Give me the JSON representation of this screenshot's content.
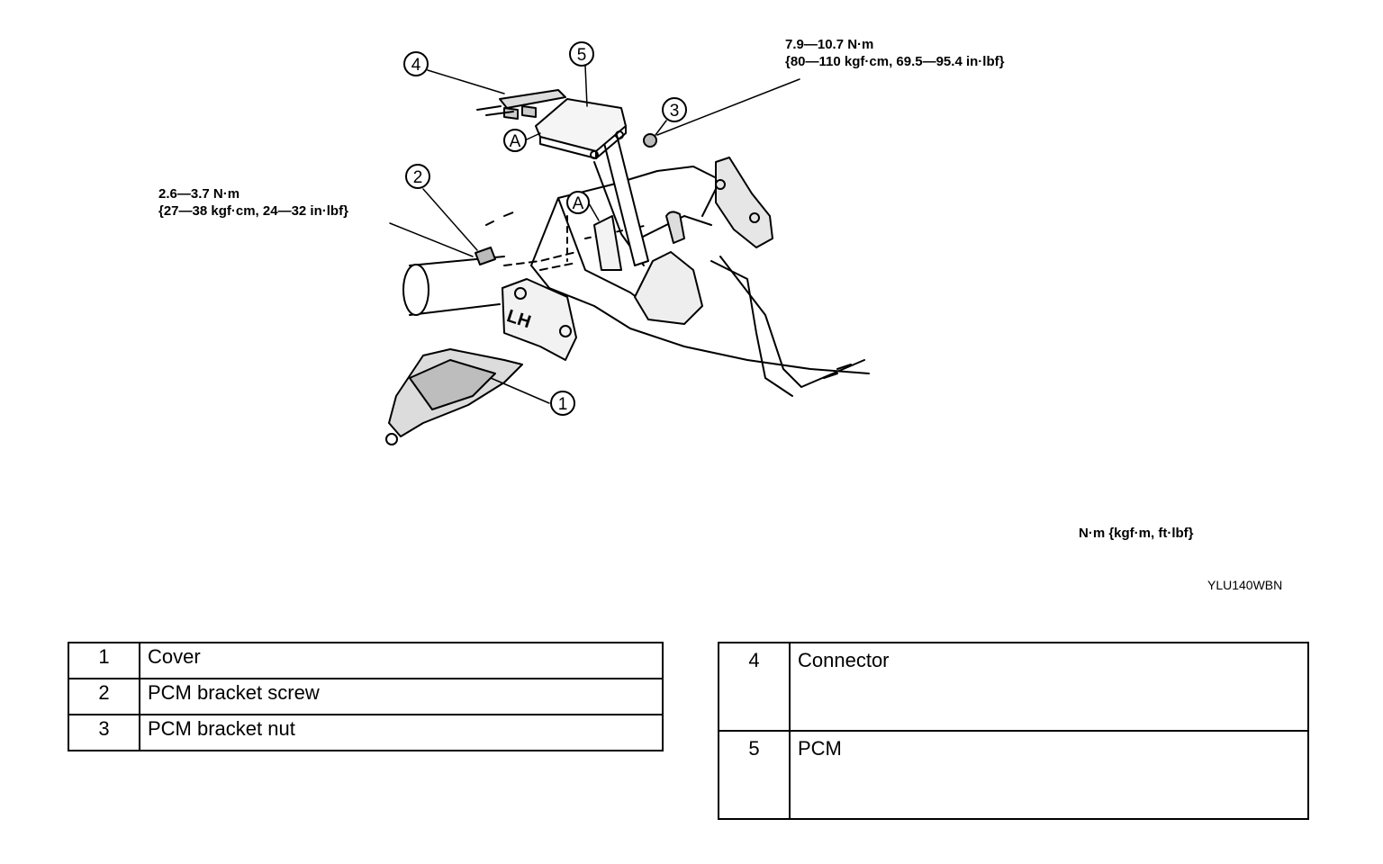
{
  "callouts": {
    "c1": "1",
    "c2": "2",
    "c3": "3",
    "c4": "4",
    "c5": "5",
    "a_upper": "A",
    "a_lower": "A",
    "lh_mark": "LH"
  },
  "torque_specs": {
    "screw": {
      "line1": "2.6—3.7 N·m",
      "line2": "{27—38 kgf·cm,  24—32 in·lbf}"
    },
    "nut": {
      "line1": "7.9—10.7 N·m",
      "line2": "{80—110 kgf·cm, 69.5—95.4 in·lbf}"
    }
  },
  "units_note": "N·m {kgf·m, ft·lbf}",
  "figure_code": "YLU140WBN",
  "legend_left": [
    {
      "num": "1",
      "label": "Cover"
    },
    {
      "num": "2",
      "label": "PCM bracket screw"
    },
    {
      "num": "3",
      "label": "PCM bracket nut"
    }
  ],
  "legend_right": [
    {
      "num": "4",
      "label": "Connector"
    },
    {
      "num": "5",
      "label": "PCM"
    }
  ]
}
